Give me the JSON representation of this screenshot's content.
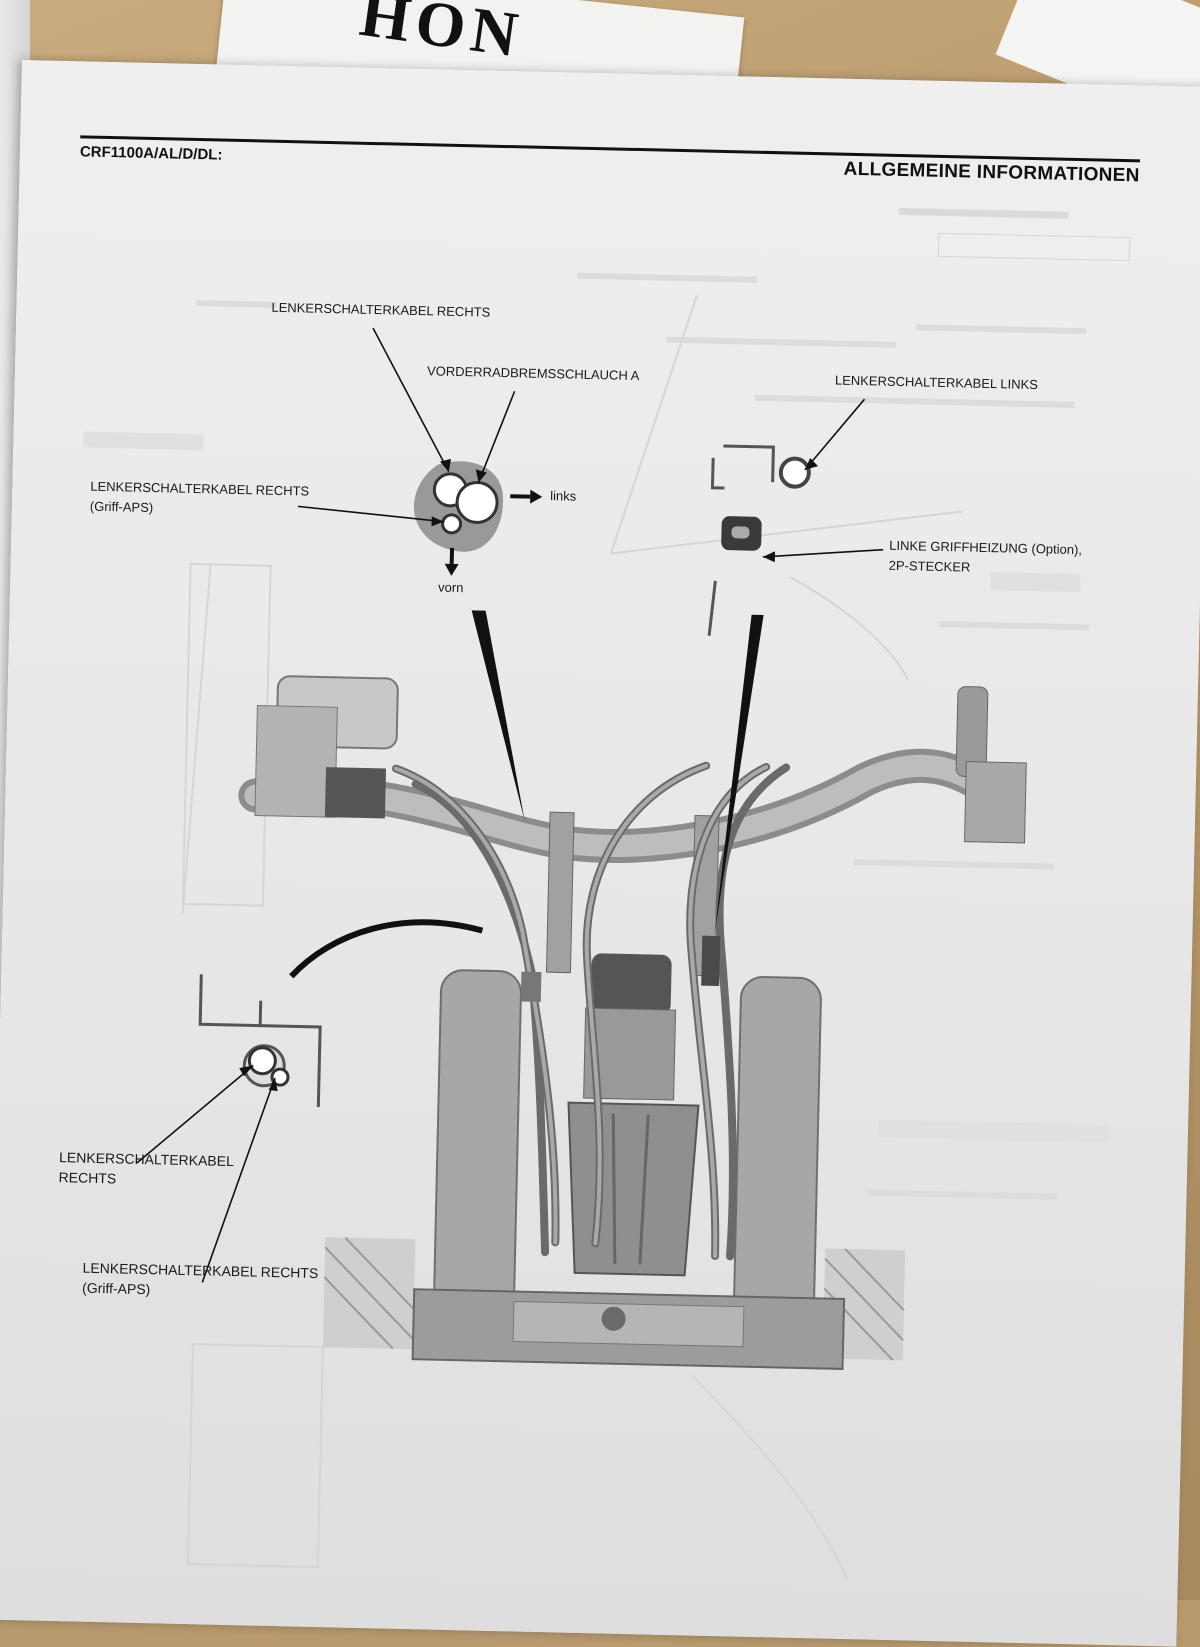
{
  "background": {
    "brand_fragment": "HON"
  },
  "page": {
    "header_left": "CRF1100A/AL/D/DL:",
    "header_right": "ALLGEMEINE INFORMATIONEN"
  },
  "labels": {
    "cable_right_top": "LENKERSCHALTERKABEL RECHTS",
    "brake_hose": "VORDERRADBREMSSCHLAUCH A",
    "cable_right_aps_line1": "LENKERSCHALTERKABEL RECHTS",
    "cable_right_aps_line2": "(Griff-APS)",
    "dir_left": "links",
    "dir_front": "vorn",
    "cable_left": "LENKERSCHALTERKABEL LINKS",
    "grip_heater_line1": "LINKE GRIFFHEIZUNG (Option),",
    "grip_heater_line2": "2P-STECKER",
    "cable_right_bottom_line1": "LENKERSCHALTERKABEL",
    "cable_right_bottom_line2": "RECHTS",
    "cable_right_aps_bottom_line1": "LENKERSCHALTERKABEL RECHTS",
    "cable_right_aps_bottom_line2": "(Griff-APS)"
  },
  "colors": {
    "ink": "#1a1a1a",
    "paper": "#ececec",
    "drawing": "#8a8a8a"
  }
}
